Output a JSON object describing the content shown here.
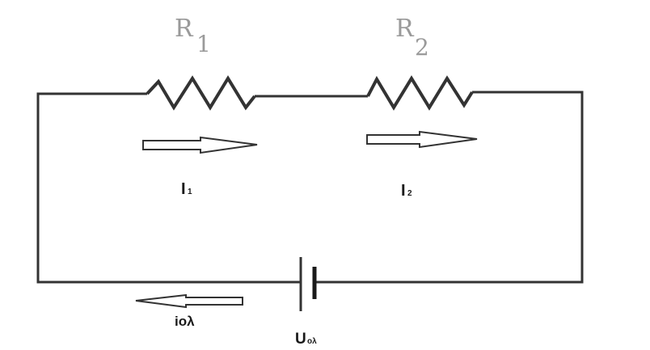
{
  "diagram": {
    "resistors": [
      {
        "letter": "R",
        "subscript": "1"
      },
      {
        "letter": "R",
        "subscript": "2"
      }
    ],
    "currents": [
      {
        "letter": "I",
        "subscript": "1",
        "direction": "right"
      },
      {
        "letter": "I",
        "subscript": "2",
        "direction": "right"
      }
    ],
    "total_current": {
      "text": "ioλ",
      "direction": "left"
    },
    "source_voltage": {
      "letter": "U",
      "subscript": "ολ"
    }
  }
}
